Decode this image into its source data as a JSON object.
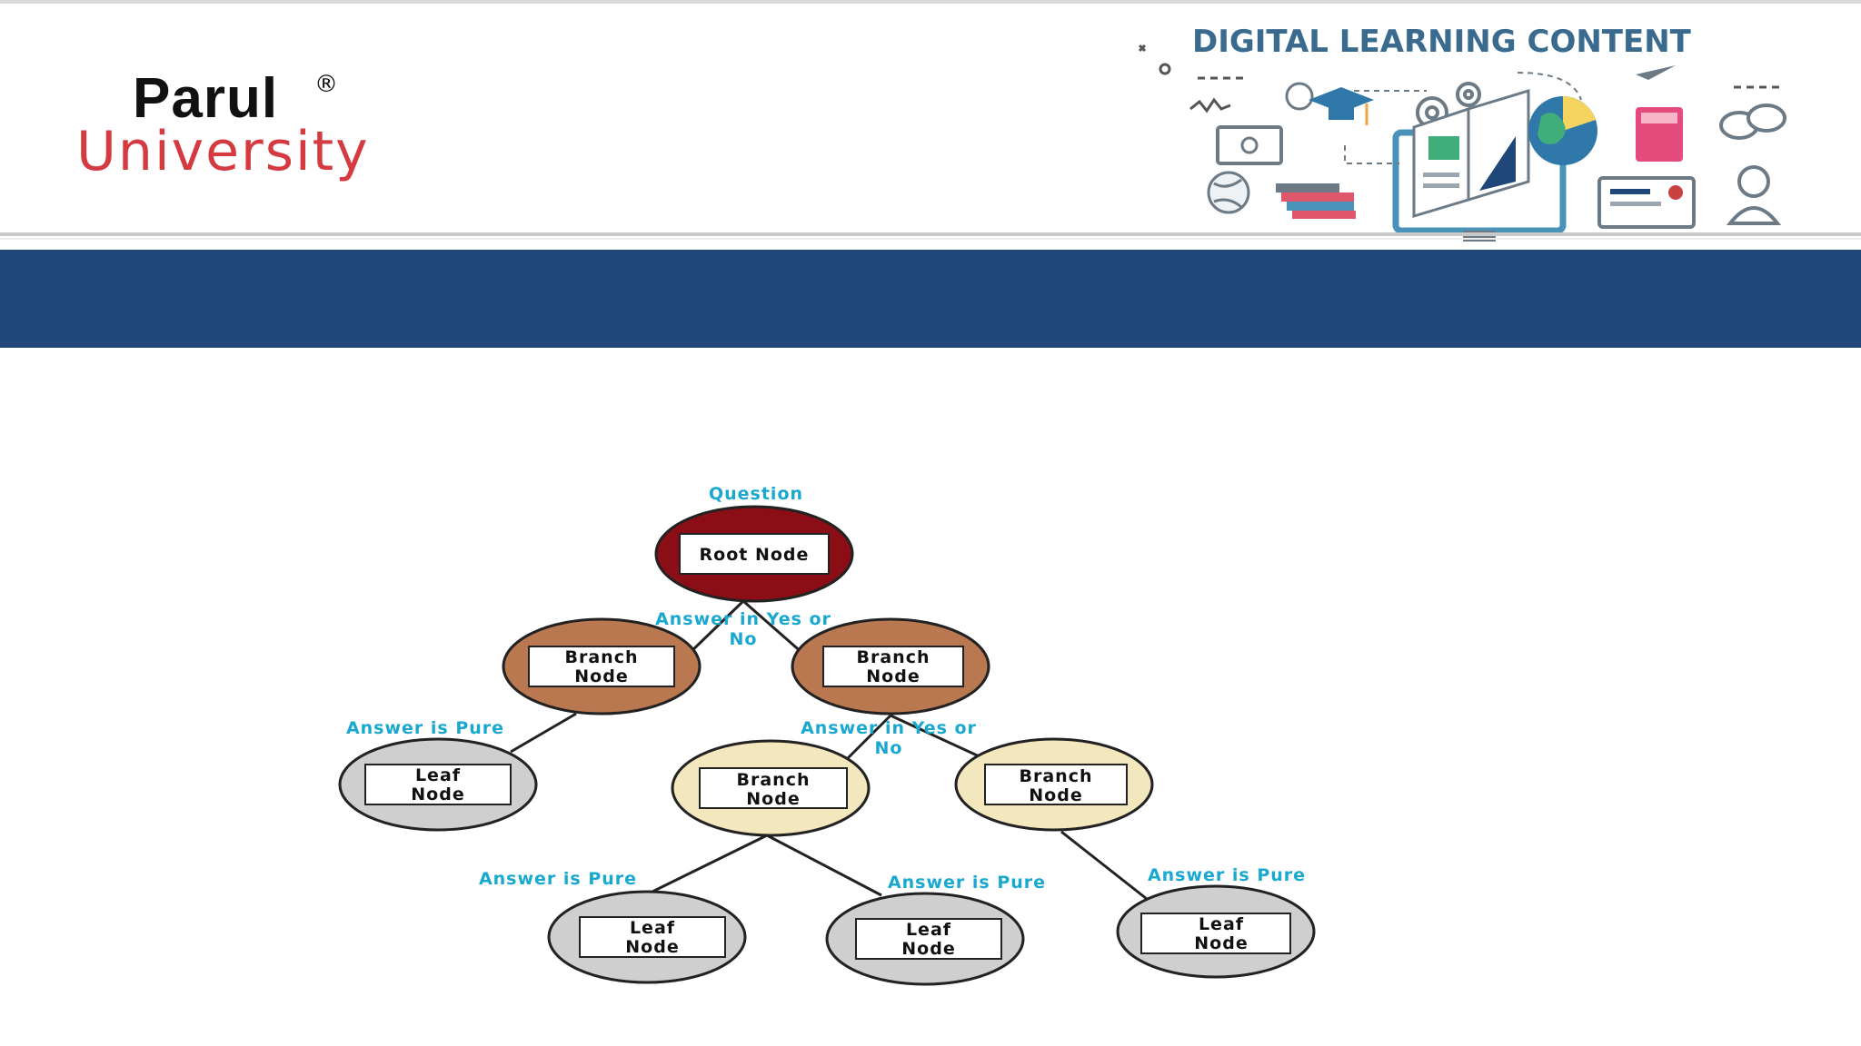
{
  "header": {
    "logo_brand": "Parul",
    "logo_reg": "®",
    "logo_sub": "University",
    "dlc_title": "DIGITAL LEARNING CONTENT"
  },
  "diagram": {
    "root": {
      "label": "Root Node",
      "annotation": "Question"
    },
    "branch_left": {
      "line1": "Branch",
      "line2": "Node"
    },
    "branch_right": {
      "line1": "Branch",
      "line2": "Node"
    },
    "branch_mid": {
      "line1": "Branch",
      "line2": "Node"
    },
    "branch_far": {
      "line1": "Branch",
      "line2": "Node"
    },
    "leaf_1": {
      "line1": "Leaf",
      "line2": "Node"
    },
    "leaf_2": {
      "line1": "Leaf",
      "line2": "Node"
    },
    "leaf_3": {
      "line1": "Leaf",
      "line2": "Node"
    },
    "leaf_4": {
      "line1": "Leaf",
      "line2": "Node"
    },
    "edge_labels": {
      "root_split_line1": "Answer in Yes or",
      "root_split_line2": "No",
      "left_pure": "Answer is Pure",
      "right_split_line1": "Answer in Yes or",
      "right_split_line2": "No",
      "mid_left_pure": "Answer is Pure",
      "mid_right_pure": "Answer is Pure",
      "far_pure": "Answer is Pure"
    },
    "colors": {
      "root": "#8b0e17",
      "branch_top": "#b97850",
      "branch_bottom": "#f2e7bd",
      "leaf": "#cfcfcf",
      "edge_label": "#19a8cf"
    }
  }
}
